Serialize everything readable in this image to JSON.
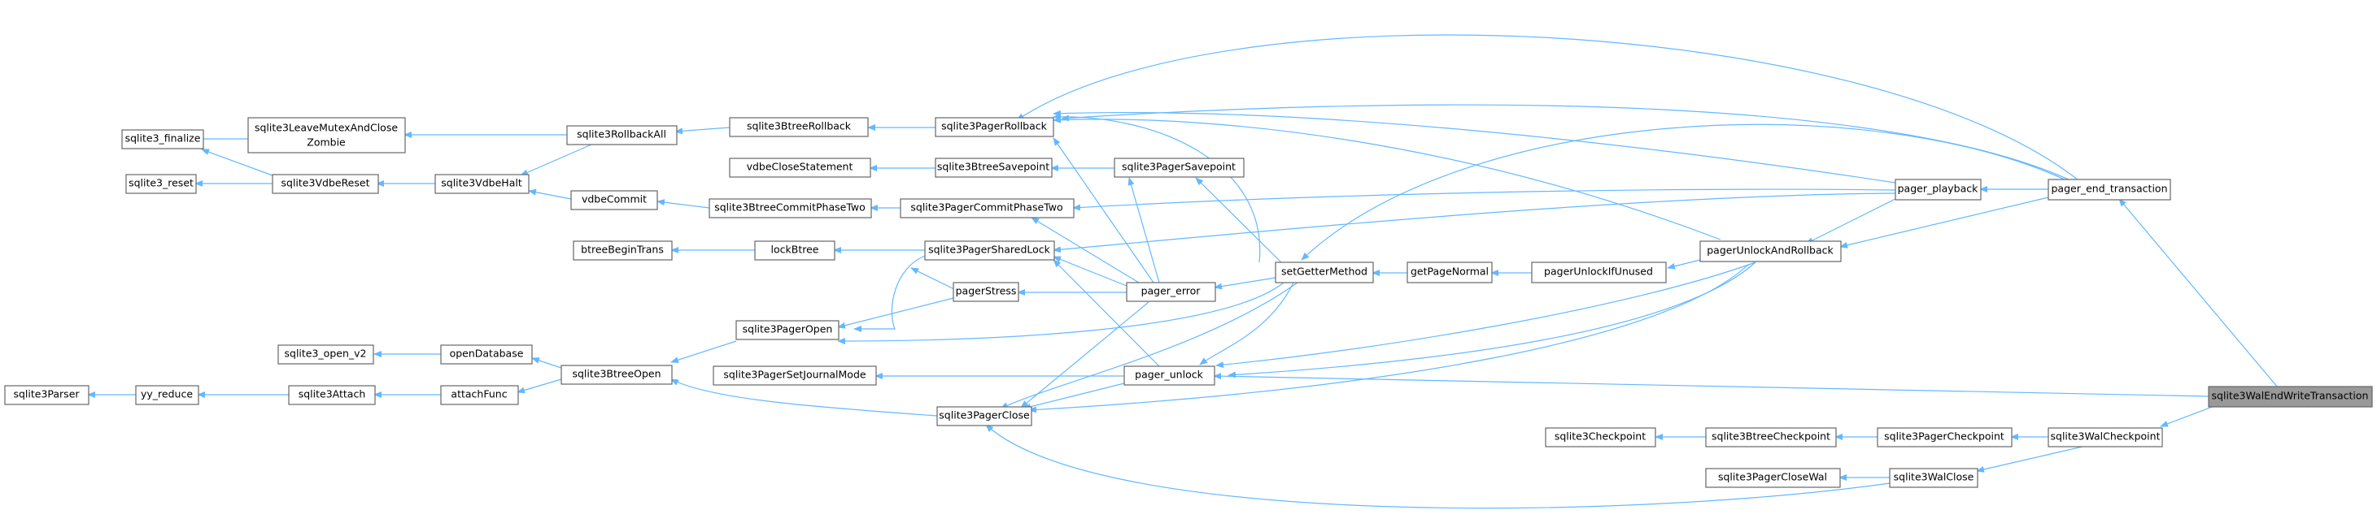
{
  "colors": {
    "edge": "#63b8ff",
    "node_border": "#666666",
    "focus_fill": "#999999",
    "node_fill": "#ffffff"
  },
  "nodes": {
    "sqlite3Parser": "sqlite3Parser",
    "yy_reduce": "yy_reduce",
    "sqlite3_finalize": "sqlite3_finalize",
    "sqlite3_reset": "sqlite3_reset",
    "sqlite3LeaveMutexAndCloseZombie_l1": "sqlite3LeaveMutexAndClose",
    "sqlite3LeaveMutexAndCloseZombie_l2": "Zombie",
    "sqlite3VdbeReset": "sqlite3VdbeReset",
    "sqlite3_open_v2": "sqlite3_open_v2",
    "sqlite3Attach": "sqlite3Attach",
    "sqlite3RollbackAll": "sqlite3RollbackAll",
    "sqlite3VdbeHalt": "sqlite3VdbeHalt",
    "openDatabase": "openDatabase",
    "attachFunc": "attachFunc",
    "vdbeCommit": "vdbeCommit",
    "btreeBeginTrans": "btreeBeginTrans",
    "sqlite3BtreeRollback": "sqlite3BtreeRollback",
    "vdbeCloseStatement": "vdbeCloseStatement",
    "sqlite3BtreeCommitPhaseTwo": "sqlite3BtreeCommitPhaseTwo",
    "lockBtree": "lockBtree",
    "sqlite3BtreeOpen": "sqlite3BtreeOpen",
    "sqlite3PagerOpen": "sqlite3PagerOpen",
    "sqlite3PagerSetJournalMode": "sqlite3PagerSetJournalMode",
    "sqlite3PagerRollback": "sqlite3PagerRollback",
    "sqlite3BtreeSavepoint": "sqlite3BtreeSavepoint",
    "sqlite3PagerCommitPhaseTwo": "sqlite3PagerCommitPhaseTwo",
    "sqlite3PagerSharedLock": "sqlite3PagerSharedLock",
    "pagerStress": "pagerStress",
    "sqlite3PagerClose": "sqlite3PagerClose",
    "sqlite3PagerSavepoint": "sqlite3PagerSavepoint",
    "pager_error": "pager_error",
    "pager_unlock": "pager_unlock",
    "setGetterMethod": "setGetterMethod",
    "getPageNormal": "getPageNormal",
    "pagerUnlockIfUnused": "pagerUnlockIfUnused",
    "pagerUnlockAndRollback": "pagerUnlockAndRollback",
    "sqlite3Checkpoint": "sqlite3Checkpoint",
    "sqlite3BtreeCheckpoint": "sqlite3BtreeCheckpoint",
    "sqlite3PagerCloseWal": "sqlite3PagerCloseWal",
    "pager_playback": "pager_playback",
    "sqlite3PagerCheckpoint": "sqlite3PagerCheckpoint",
    "sqlite3WalClose": "sqlite3WalClose",
    "pager_end_transaction": "pager_end_transaction",
    "sqlite3WalCheckpoint": "sqlite3WalCheckpoint",
    "sqlite3WalEndWriteTransaction": "sqlite3WalEndWriteTransaction"
  }
}
